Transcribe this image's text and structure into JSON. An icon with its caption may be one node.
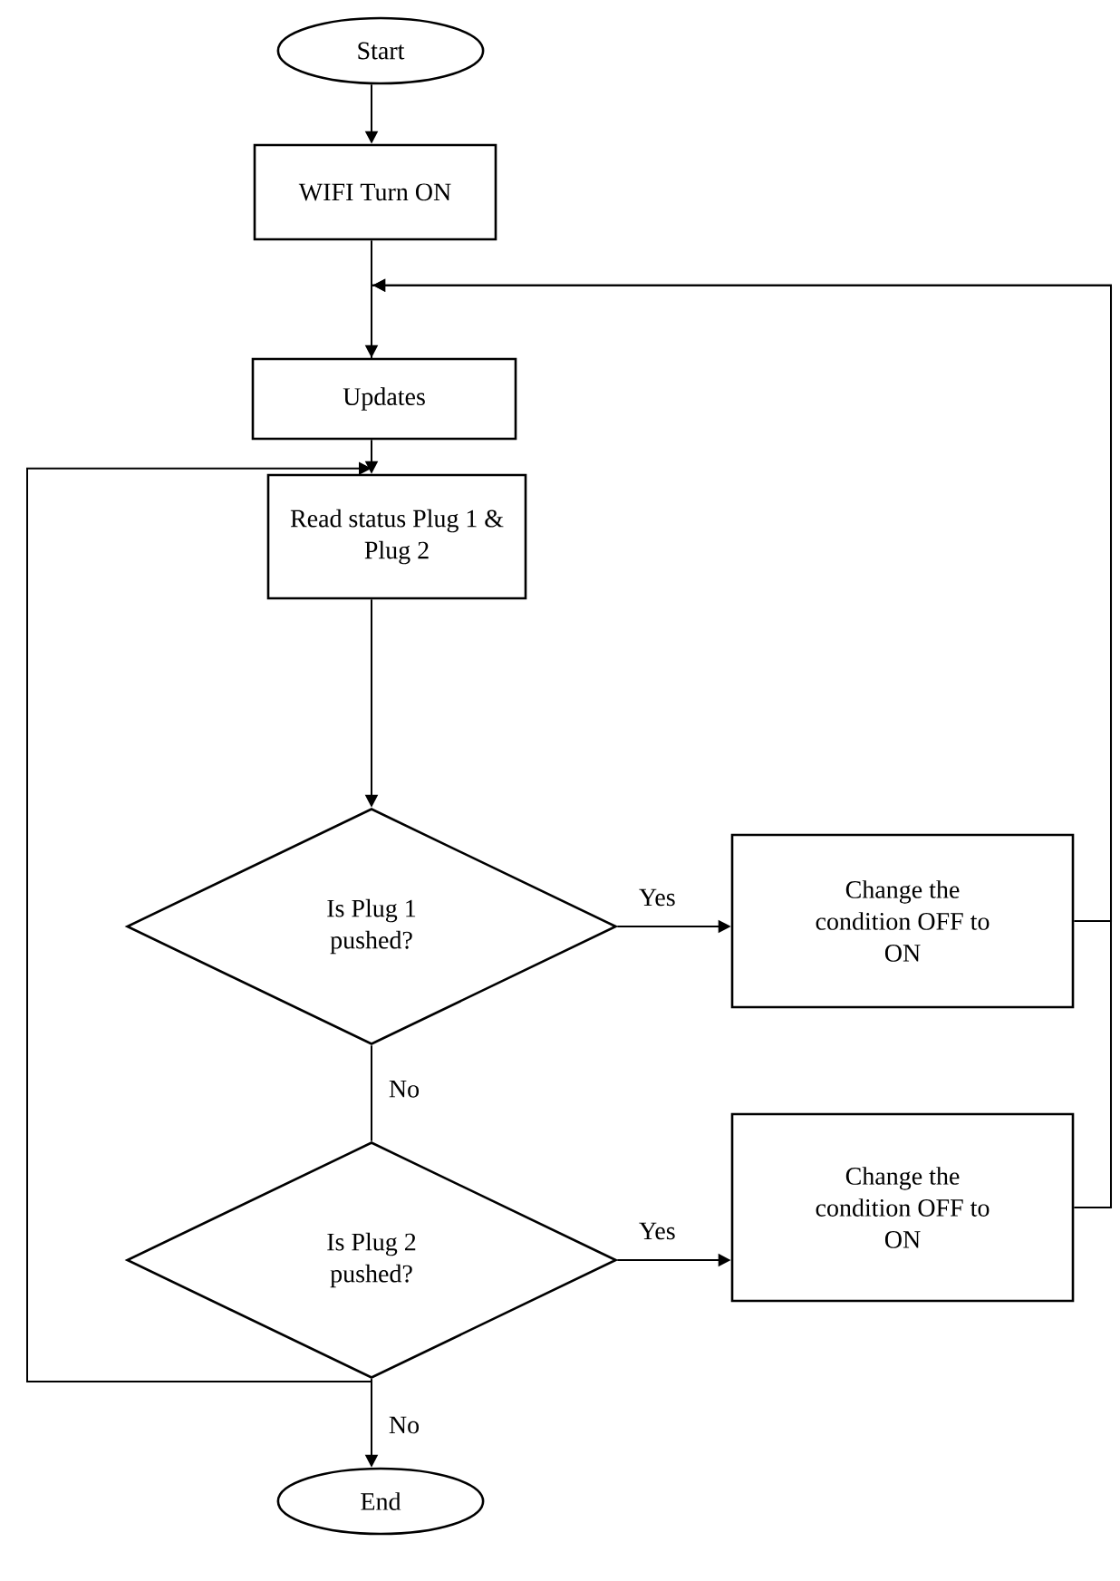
{
  "diagram": {
    "nodes": [
      {
        "text": [
          "Start"
        ]
      },
      {
        "text": [
          "WIFI Turn ON"
        ]
      },
      {
        "text": [
          "Updates"
        ]
      },
      {
        "text": [
          "Read status Plug 1 & Plug 2"
        ]
      },
      {
        "text": [
          "Is Plug 1 pushed?"
        ]
      },
      {
        "text": [
          "Change the condition OFF to ON"
        ]
      },
      {
        "text": [
          "Is Plug 2 pushed?"
        ]
      },
      {
        "text": [
          "Change the condition OFF to ON"
        ]
      },
      {
        "text": [
          "End"
        ]
      }
    ],
    "edges": [
      {
        "from": 0,
        "to": 1,
        "arrow": "to"
      },
      {
        "from": 1,
        "to": 2,
        "arrow": "to"
      },
      {
        "from": 2,
        "to": 3,
        "arrow": "to"
      },
      {
        "from": 3,
        "to": 4,
        "arrow": "to"
      },
      {
        "from": 4,
        "to": 5,
        "arrow": "to",
        "label": "Yes"
      },
      {
        "from": 4,
        "to": 6,
        "arrow": "none",
        "label": "No"
      },
      {
        "from": 6,
        "to": 7,
        "arrow": "to",
        "label": "Yes"
      },
      {
        "from": 6,
        "to": 8,
        "arrow": "to",
        "label": "No"
      },
      {
        "from": 5,
        "to": 2,
        "arrow": "to"
      },
      {
        "from": 7,
        "to": 2,
        "arrow": "to"
      },
      {
        "from": 6,
        "to": 3,
        "arrow": "to"
      }
    ]
  }
}
